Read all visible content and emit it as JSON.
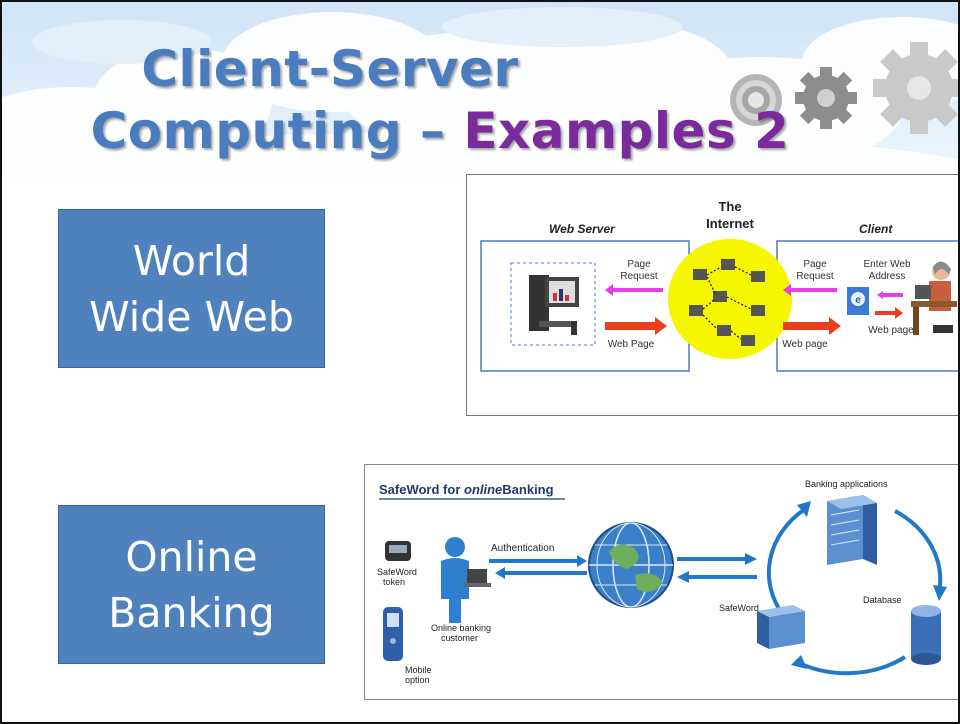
{
  "slide": {
    "title_line1": "Client-Server",
    "title_line2_part1": "Computing – ",
    "title_line2_highlight": "Examples 2"
  },
  "examples": [
    {
      "label_line1": "World",
      "label_line2": "Wide Web"
    },
    {
      "label_line1": "Online",
      "label_line2": "Banking"
    }
  ],
  "web_diagram": {
    "internet_label_line1": "The",
    "internet_label_line2": "Internet",
    "web_server_label": "Web Server",
    "client_label": "Client",
    "page_request_left_line1": "Page",
    "page_request_left_line2": "Request",
    "web_page_left": "Web Page",
    "page_request_right_line1": "Page",
    "page_request_right_line2": "Request",
    "web_page_right": "Web page",
    "enter_address_line1": "Enter Web",
    "enter_address_line2": "Address",
    "web_page_client": "Web page"
  },
  "banking_diagram": {
    "title_prefix": "SafeWord for ",
    "title_italic": "online",
    "title_suffix": "Banking",
    "authentication": "Authentication",
    "token_line1": "SafeWord",
    "token_line2": "token",
    "customer_line1": "Online banking",
    "customer_line2": "customer",
    "mobile_line1": "Mobile",
    "mobile_line2": "option",
    "banking_apps": "Banking applications",
    "database": "Database",
    "safeword": "SafeWord"
  },
  "colors": {
    "title_blue": "#4a7cc0",
    "title_purple": "#7a2a9a",
    "box_blue": "#4f81bd",
    "internet_yellow": "#f6f600",
    "arrow_red": "#e8401c",
    "arrow_magenta": "#e83ce8",
    "flow_blue": "#1f78c8"
  }
}
